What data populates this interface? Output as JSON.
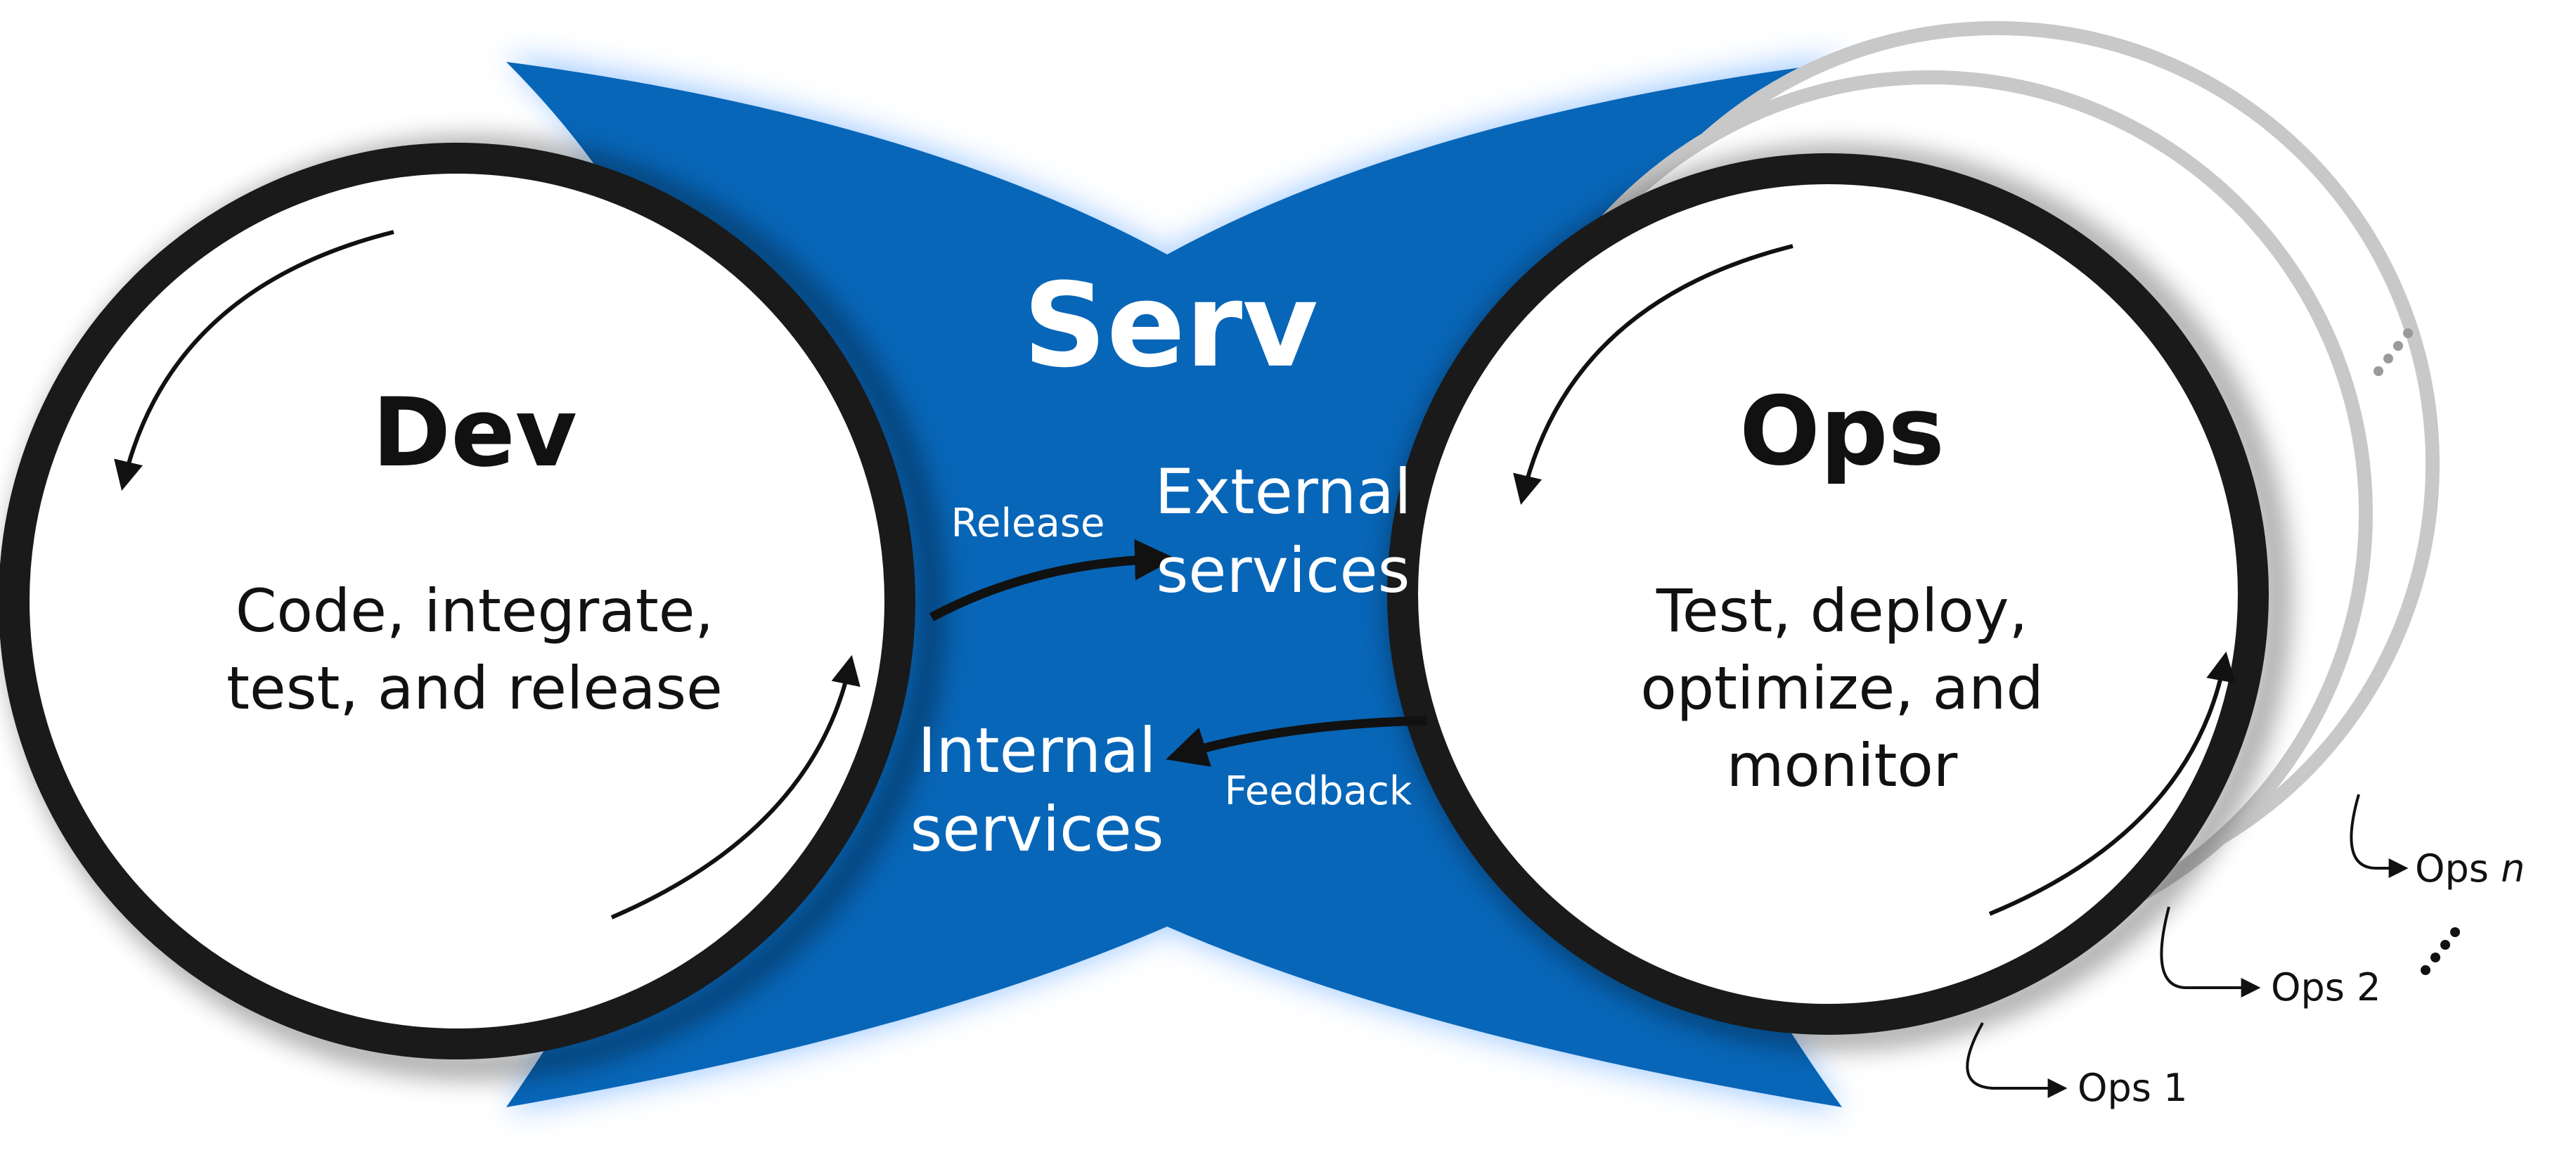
{
  "colors": {
    "serv_blue": "#0866b8",
    "glow": "#7fb8ff",
    "ring_dark": "#1a1a1a",
    "ring_ghost": "#c8c8c8",
    "text_dark": "#111111",
    "text_light": "#ffffff"
  },
  "serv": {
    "title": "Serv",
    "release_label": "Release",
    "feedback_label": "Feedback",
    "external": {
      "line1": "External",
      "line2": "services"
    },
    "internal": {
      "line1": "Internal",
      "line2": "services"
    }
  },
  "dev": {
    "title": "Dev",
    "line1": "Code, integrate,",
    "line2": "test, and release"
  },
  "ops": {
    "title": "Ops",
    "line1": "Test, deploy,",
    "line2": "optimize, and",
    "line3": "monitor"
  },
  "ops_instances": {
    "ops1": "Ops 1",
    "ops2": "Ops 2",
    "opsn_prefix": "Ops ",
    "opsn_var": "n",
    "ellipsis": "…"
  }
}
